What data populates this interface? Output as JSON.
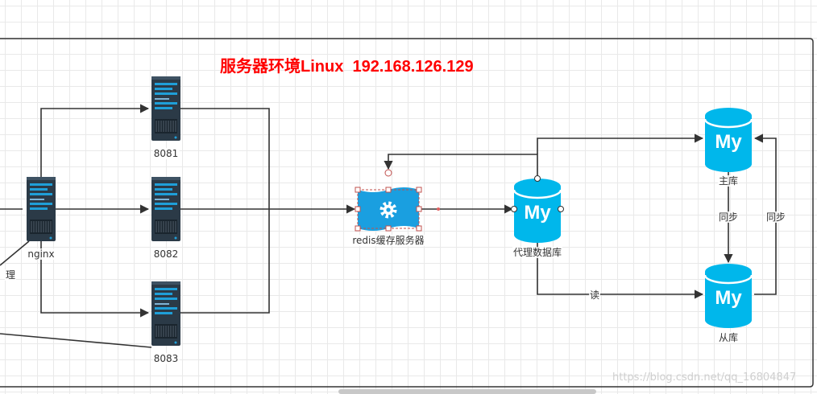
{
  "diagram": {
    "title": "服务器环境Linux  192.168.126.129",
    "nodes": {
      "nginx": "nginx",
      "s8081": "8081",
      "s8082": "8082",
      "s8083": "8083",
      "redis": "redis缓存服务器",
      "proxy_db": "代理数据库",
      "master": "主库",
      "slave": "从库",
      "partial_left_label": "理"
    },
    "db_glyph": "My",
    "edge_labels": {
      "read": "读",
      "sync_down": "同步",
      "sync_up": "同步"
    }
  },
  "watermark": "https://blog.csdn.net/qq_16804847",
  "colors": {
    "server_body": "#2b3a47",
    "server_accent": "#1f9fd8",
    "db": "#00b7eb",
    "line": "#333333",
    "title": "#ff0000",
    "selection": "#c0504d"
  }
}
